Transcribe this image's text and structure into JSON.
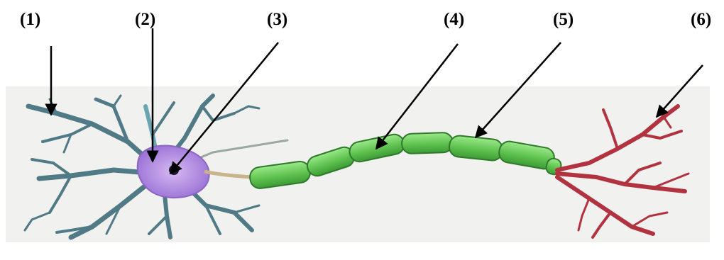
{
  "labels": [
    "(1)",
    "(2)",
    "(3)",
    "(4)",
    "(5)",
    "(6)"
  ],
  "colors": {
    "dendrite": "#4f7a86",
    "dendrite_highlight": "#6aa5b3",
    "soma": "#b48ee0",
    "nucleus": "#1b1633",
    "myelin": "#66cc55",
    "myelin_edge": "#2f7a2a",
    "axon_terminal": "#b23340",
    "background_panel": "#f1f1ef"
  },
  "icons": [
    "neuron-illustration",
    "pointer-arrow"
  ]
}
